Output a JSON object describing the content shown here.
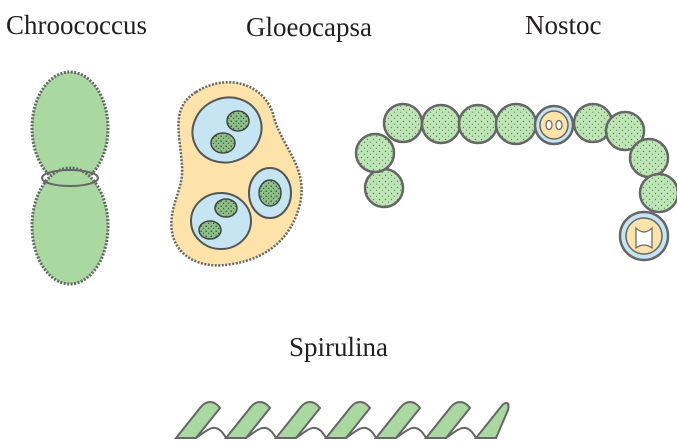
{
  "labels": {
    "chroococcus": "Chroococcus",
    "gloeocapsa": "Gloeocapsa",
    "nostoc": "Nostoc",
    "spirulina": "Spirulina"
  },
  "colors": {
    "cell_green": "#a8d8a0",
    "cell_green_dark": "#3d7a45",
    "sheath_yellow": "#fde1a8",
    "sheath_blue": "#c4e4f2",
    "outline": "#555555"
  },
  "icons": {
    "chroococcus": "chroococcus-cells-illustration",
    "gloeocapsa": "gloeocapsa-colony-illustration",
    "nostoc": "nostoc-filament-illustration",
    "spirulina": "spirulina-spiral-illustration"
  }
}
